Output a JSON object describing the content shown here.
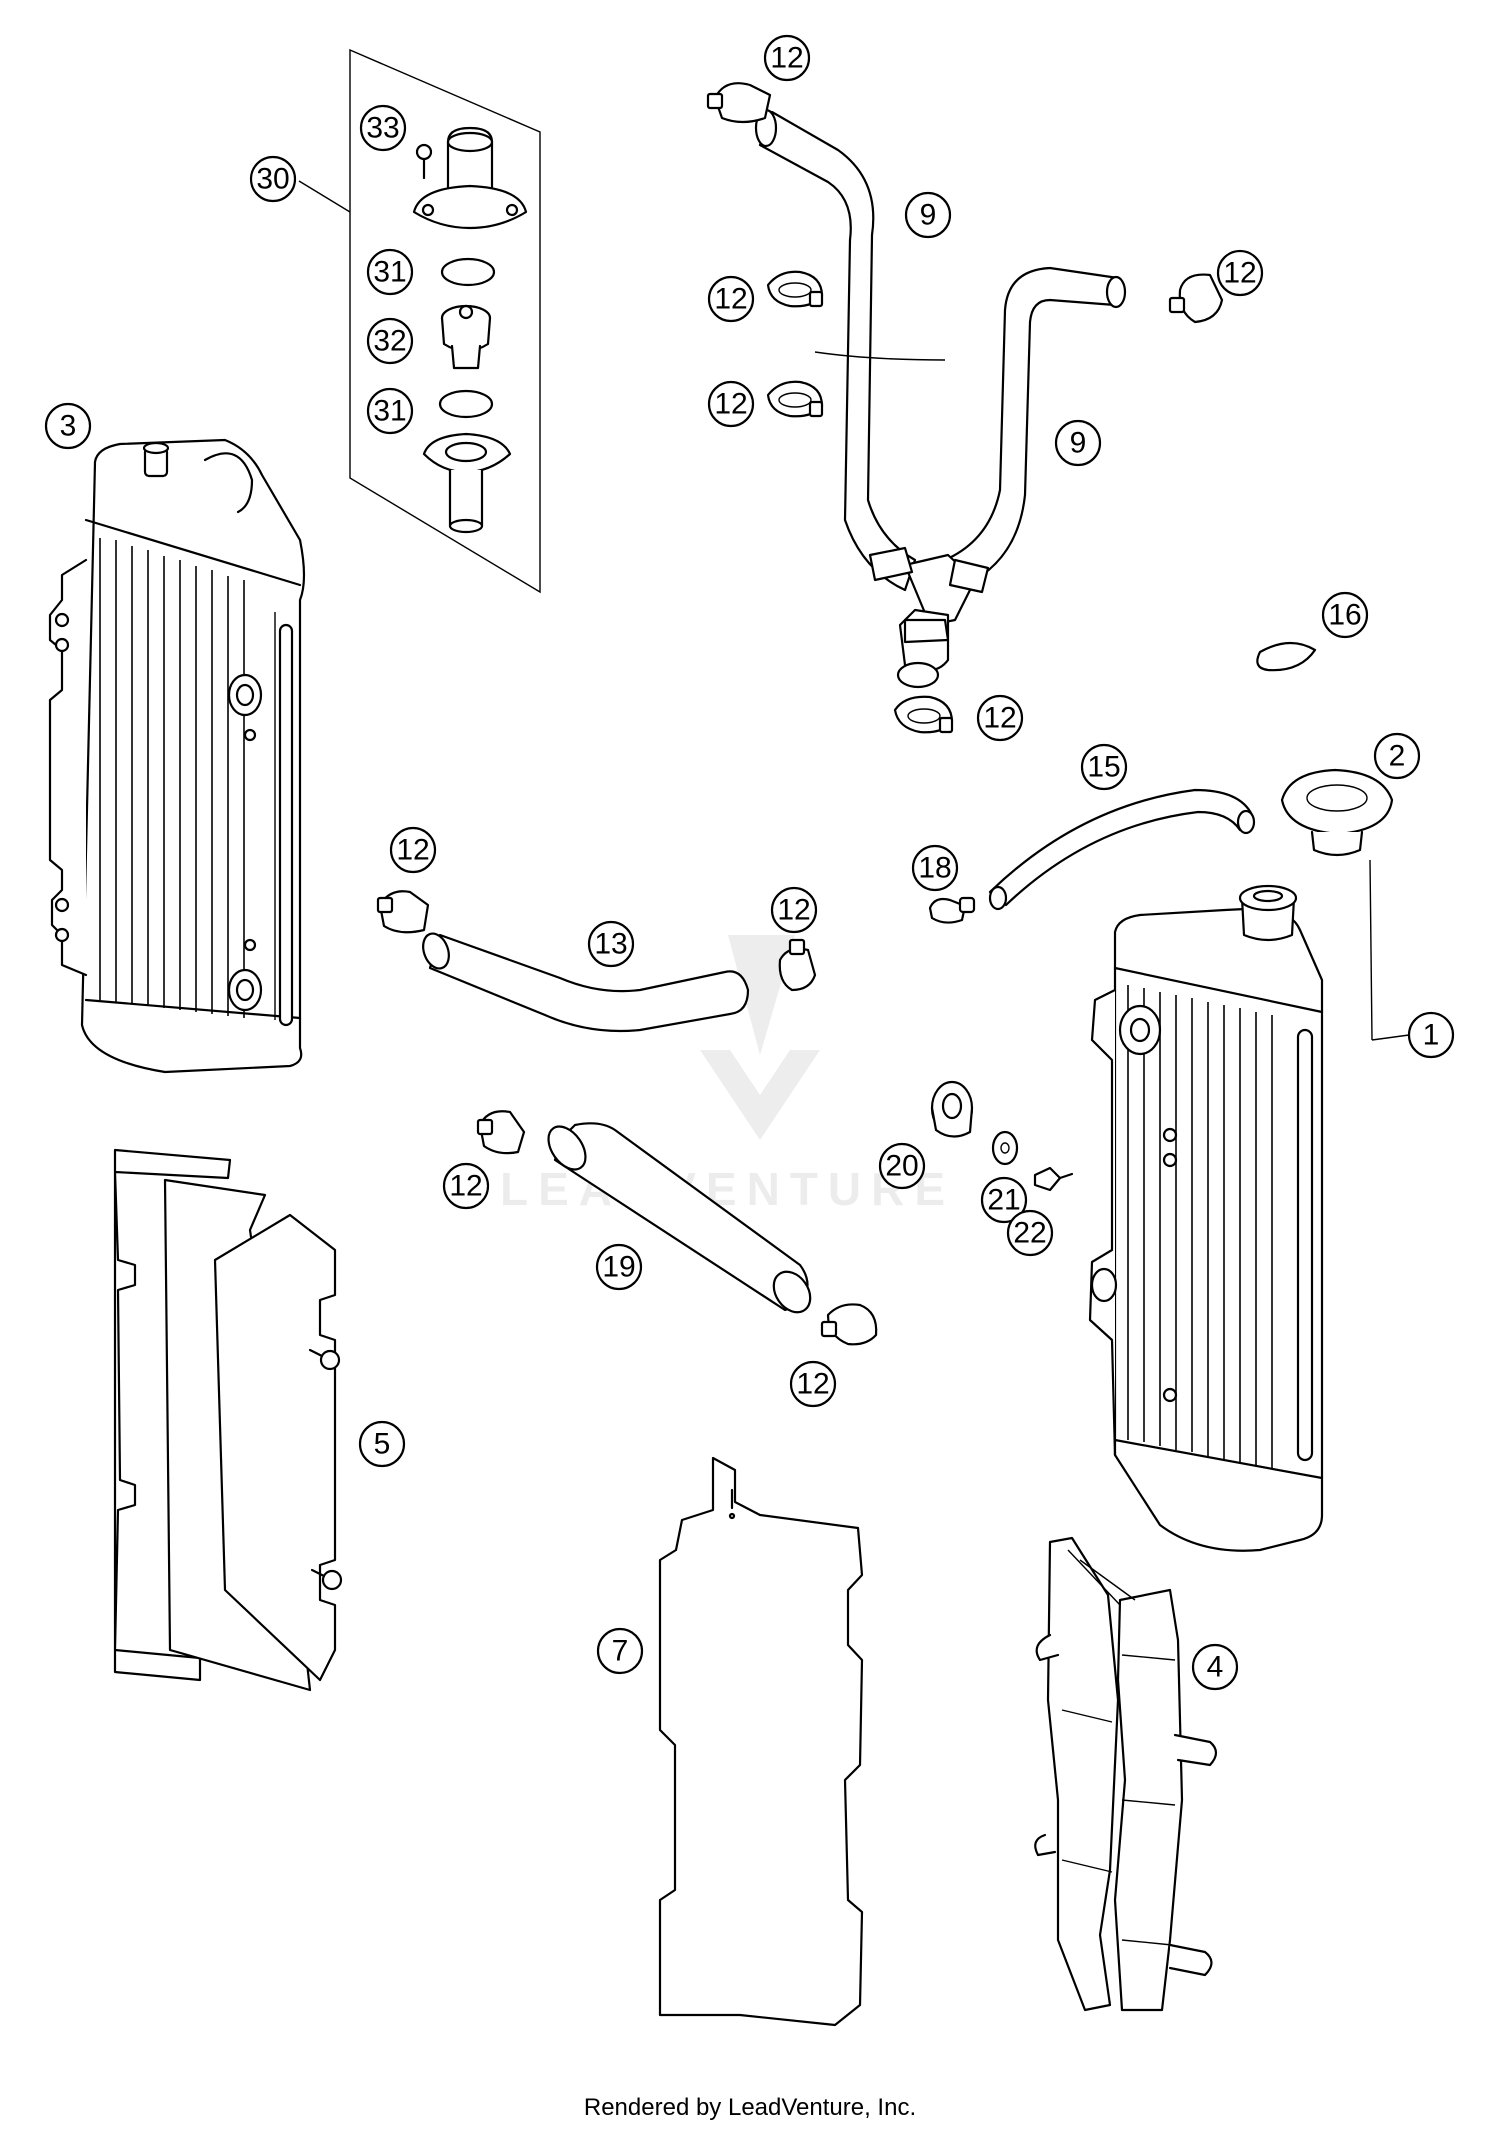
{
  "watermark": {
    "text": "LEADVENTURE"
  },
  "footer": {
    "credit": "Rendered by LeadVenture, Inc."
  },
  "callouts": [
    "12",
    "12",
    "12",
    "12",
    "12",
    "12",
    "12",
    "12",
    "12",
    "12",
    "12",
    "33",
    "30",
    "31",
    "32",
    "31",
    "9",
    "9",
    "3",
    "16",
    "2",
    "15",
    "18",
    "13",
    "1",
    "20",
    "21",
    "22",
    "19",
    "5",
    "7",
    "4"
  ]
}
